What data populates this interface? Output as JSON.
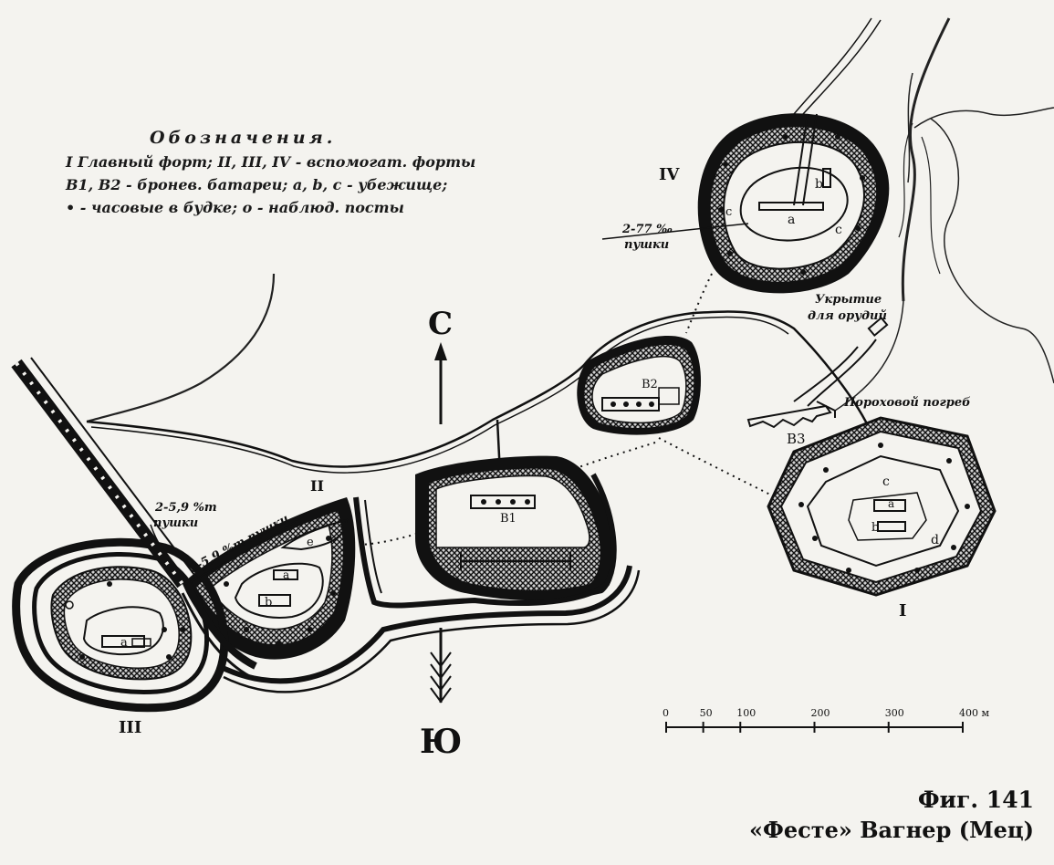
{
  "legend": {
    "title": "Обозначения.",
    "line1": "I Главный форт; II, III, IV - вспомогат. форты",
    "line2": "B1, B2 - бронев. батареи; a, b, c - убежище;",
    "line3": "• - часовые в будке; о - наблюд. посты"
  },
  "compass": {
    "north": "С",
    "south": "Ю"
  },
  "forts": {
    "main": "I",
    "second": "II",
    "third": "III",
    "fourth": "IV"
  },
  "batteries": {
    "b1": "B1",
    "b2": "B2",
    "b3": "B3"
  },
  "shelters": {
    "a": "a",
    "b": "b",
    "c": "c",
    "d": "d",
    "e": "e"
  },
  "annotations": {
    "guns_77": "2-77 ‰",
    "guns_77_sub": "пушки",
    "guns_59_a": "2-5,9 %m",
    "guns_59_a_sub": "пушки",
    "guns_59_b": "2-5,9 %m пушки",
    "shelter_guns_1": "Укрытие",
    "shelter_guns_2": "для орудий",
    "powder": "Пороховой погреб"
  },
  "scale": {
    "ticks": [
      "0",
      "50",
      "100",
      "200",
      "300",
      "400 м"
    ],
    "values": [
      0,
      50,
      100,
      200,
      300,
      400
    ]
  },
  "caption": {
    "figure": "Фиг. 141",
    "title": "«Фесте» Вагнер (Мец)"
  },
  "colors": {
    "ink": "#111111",
    "paper": "#f4f3ef",
    "hatch": "#2a2a2a"
  }
}
